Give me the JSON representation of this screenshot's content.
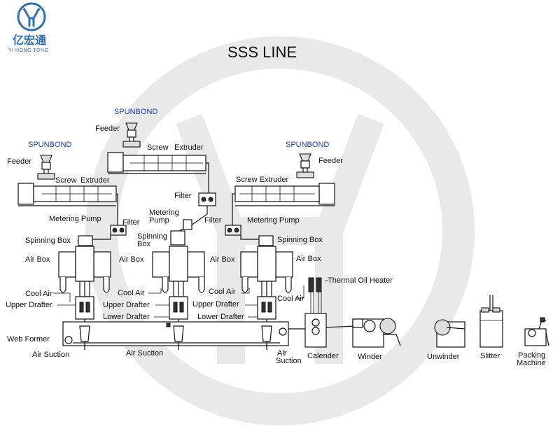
{
  "logo": {
    "chinese": "亿宏通",
    "english": "YI HONG TONG"
  },
  "title": "SSS LINE",
  "colors": {
    "logo": "#2f6fb6",
    "spunbond_label": "#1f3fb4",
    "watermark": "#e9e9e9"
  },
  "labels": {
    "spunbond_left": "SPUNBOND",
    "spunbond_mid": "SPUNBOND",
    "spunbond_right": "SPUNBOND",
    "feeder_left": "Feeder",
    "feeder_mid": "Feeder",
    "feeder_right": "Feeder",
    "screw_left": "Screw",
    "extruder_left": "Extruder",
    "screw_mid": "Screw",
    "extruder_mid": "Extruder",
    "screw_extruder_right": "Screw Extruder",
    "filter_left": "Filter",
    "filter_mid_top": "Filter",
    "filter_mid": "Filter",
    "metering_pump_left": "Metering Pump",
    "metering_mid_1": "Metering",
    "metering_mid_2": "Pump",
    "metering_pump_right": "Metering Pump",
    "spinning_box_left": "Spinning Box",
    "spinning_mid_1": "Spinning",
    "spinning_mid_2": "Box",
    "spinning_box_right": "Spinning Box",
    "air_box_left": "Air Box",
    "air_box_mid_left": "Air Box",
    "air_box_mid_right": "Air Box",
    "air_box_right": "Air Box",
    "cool_air_left": "Cool Air",
    "cool_air_mid": "Cool Air",
    "cool_air_mid2": "Cool Air",
    "cool_air_right": "Cool Air",
    "upper_drafter_left": "Upper Drafter",
    "upper_drafter_mid": "Upper Drafter",
    "upper_drafter_right": "Upper Drafter",
    "lower_drafter_left": "Lower Drafter",
    "lower_drafter_right": "Lower Drafter",
    "web_former": "Web Former",
    "air_suction_left": "Air Suction",
    "air_suction_mid": "Air Suction",
    "air_suction_right_1": "Air",
    "air_suction_right_2": "Suction",
    "thermal_oil_heater": "Thermal Oil Heater",
    "calender": "Calender",
    "winder": "Winder",
    "unwinder": "Unwinder",
    "slitter": "Slitter",
    "packing_1": "Packing",
    "packing_2": "Machine"
  }
}
